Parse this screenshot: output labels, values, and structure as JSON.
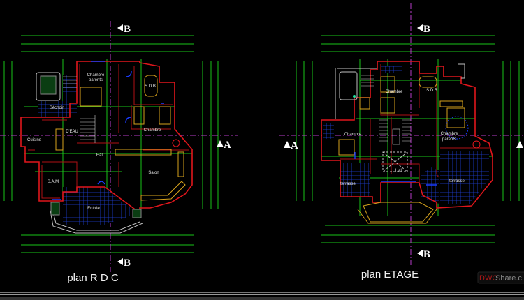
{
  "drawing": {
    "plan_rdc": {
      "title": "plan R D C",
      "section_marks": {
        "b_top": "B",
        "b_bottom": "B",
        "a_right": "A"
      },
      "rooms": {
        "chambre_parents_1": "Chambre",
        "chambre_parents_2": "parents",
        "sdb": "S.D.B",
        "sechoir": "Séchoir",
        "deau": "D'EAU",
        "cuisine": "Cuisine",
        "chambre": "Chambre",
        "hall": "Hall",
        "salon": "Salon",
        "sam": "S.A.M",
        "entree": "Entrée"
      }
    },
    "plan_etage": {
      "title": "plan ETAGE",
      "section_marks": {
        "b_top": "B",
        "b_bottom": "B",
        "a_left": "A",
        "a_right": "A"
      },
      "rooms": {
        "chambre_1": "Chambre",
        "sdb": "S.D.B",
        "chambre_2": "Chambre",
        "chambre_parents_1": "Chambre",
        "chambre_parents_2": "parents",
        "hall": "Hall",
        "terrasse_1": "terrasse",
        "terrasse_2": "terrasse"
      }
    },
    "watermark": {
      "part1": "DWG",
      "part2": "Share.c"
    },
    "colors": {
      "background": "#000000",
      "walls": "#e0161c",
      "dimensions": "#19c419",
      "axis": "#b63cc8",
      "tiles": "#1a3cff",
      "furniture": "#d6a21c"
    }
  }
}
